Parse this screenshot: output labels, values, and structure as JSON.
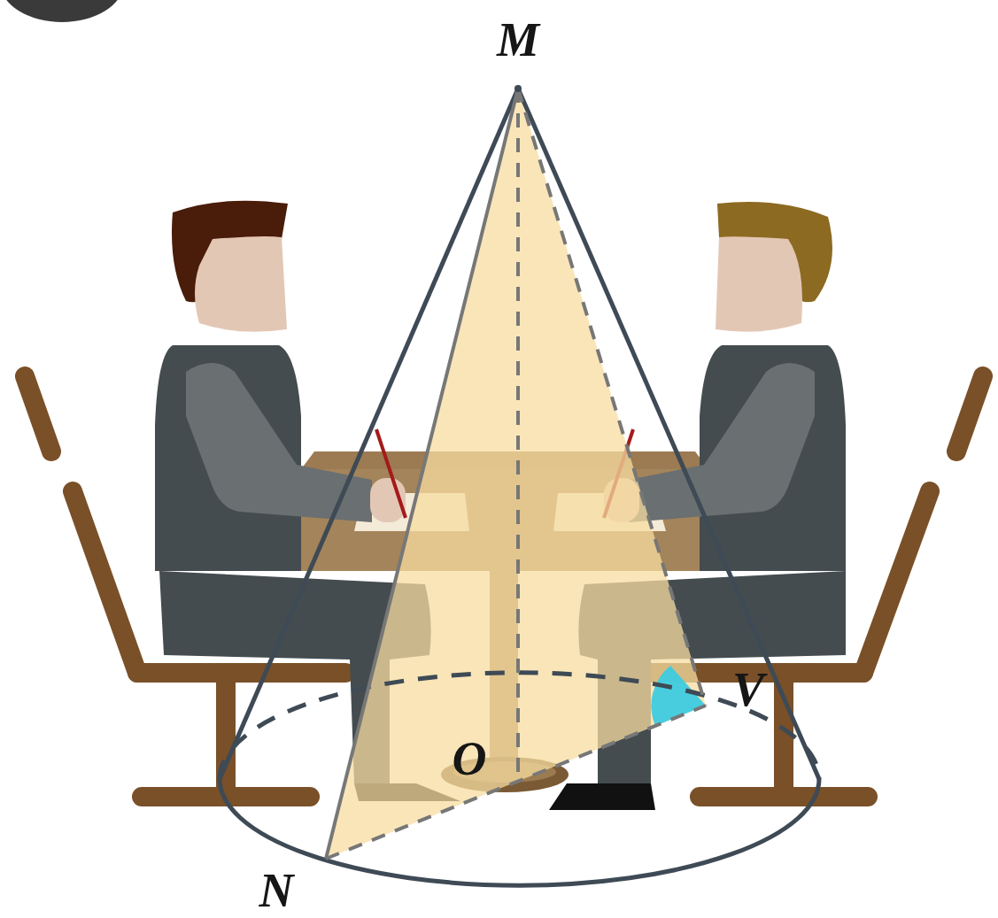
{
  "diagram": {
    "labels": [
      "M",
      "O",
      "N",
      "V"
    ]
  }
}
